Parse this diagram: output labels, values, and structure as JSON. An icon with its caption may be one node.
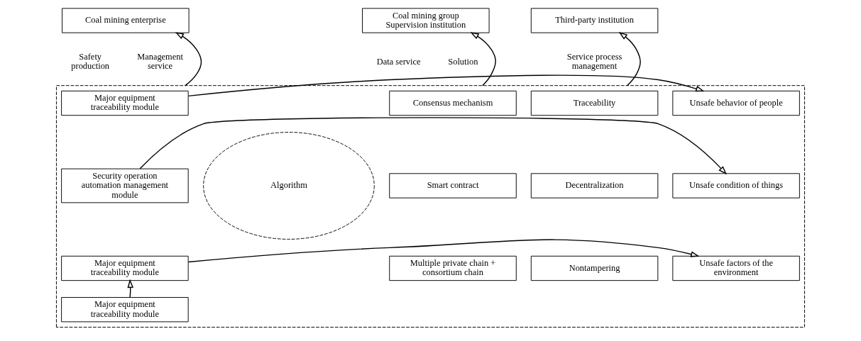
{
  "diagram": {
    "nodes": [
      {
        "text": [
          "Coal mining enterprise"
        ]
      },
      {
        "text": [
          "Coal mining group Supervision institution"
        ]
      },
      {
        "text": [
          "Third-party institution"
        ]
      },
      {
        "text": [],
        "shape": "box"
      },
      {
        "text": [
          "Unsafe behavior of people"
        ],
        "in": 3
      },
      {
        "text": [
          "Unsafe condition of things"
        ],
        "in": 3
      },
      {
        "text": [
          "Unsafe factors of the environment"
        ],
        "in": 3
      },
      {
        "text": [
          "Major equipment traceability module"
        ],
        "in": 3
      },
      {
        "text": [
          "Security operation automation management module"
        ],
        "in": 3
      },
      {
        "text": [
          "Major equipment traceability module"
        ],
        "in": 3
      },
      {
        "text": [
          "Major equipment traceability module"
        ],
        "in": 3
      },
      {
        "text": [
          "Algorithm"
        ],
        "in": 3
      },
      {
        "text": [
          "Consensus mechanism"
        ],
        "in": 3
      },
      {
        "text": [
          "Smart contract"
        ],
        "in": 3
      },
      {
        "text": [
          "Multiple private chain + consortium chain"
        ],
        "in": 3
      },
      {
        "text": [
          "Traceability"
        ],
        "in": 3
      },
      {
        "text": [
          "Decentralization"
        ],
        "in": 3
      },
      {
        "text": [
          "Nontampering"
        ],
        "in": 3
      }
    ],
    "edges": [
      {
        "from": 3,
        "to": 0,
        "arrow": "to"
      },
      {
        "from": 3,
        "to": 1,
        "arrow": "to"
      },
      {
        "from": 3,
        "to": 2,
        "arrow": "to"
      },
      {
        "from": 7,
        "to": 4,
        "arrow": "to"
      },
      {
        "from": 8,
        "to": 5,
        "arrow": "to"
      },
      {
        "from": 9,
        "to": 6,
        "arrow": "to"
      },
      {
        "from": 10,
        "to": 9,
        "arrow": "to"
      }
    ],
    "labels": [
      "Safety production",
      "Management service",
      "Data service",
      "Solution",
      "Service process management"
    ]
  }
}
